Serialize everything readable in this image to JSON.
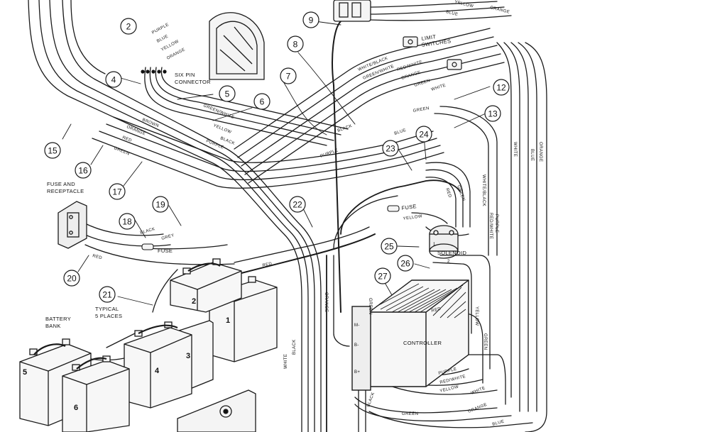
{
  "callouts": [
    "2",
    "4",
    "5",
    "6",
    "7",
    "8",
    "9",
    "12",
    "13",
    "15",
    "16",
    "17",
    "18",
    "19",
    "20",
    "21",
    "22",
    "23",
    "24",
    "25",
    "26",
    "27"
  ],
  "labels": {
    "six_pin_connector": [
      "SIX PIN",
      "CONNECTOR"
    ],
    "limit_switches": [
      "LIMIT",
      "SWITCHES"
    ],
    "fuse_and_receptacle": [
      "FUSE AND",
      "RECEPTACLE"
    ],
    "typical_5_places": [
      "TYPICAL",
      "5 PLACES"
    ],
    "battery_bank": [
      "BATTERY",
      "BANK"
    ],
    "fuse_upper": "FUSE",
    "fuse_lower": "FUSE",
    "solenoid": "SOLENOID",
    "controller": "CONTROLLER"
  },
  "battery_numbers": [
    "1",
    "2",
    "3",
    "4",
    "5",
    "6"
  ],
  "controller_terminals": [
    "M-",
    "B-",
    "B+"
  ],
  "solenoid_terminals": [
    "1",
    "2"
  ],
  "wire_labels": {
    "connector_fan": [
      "PURPLE",
      "BLUE",
      "YELLOW",
      "ORANGE"
    ],
    "brown": "BROWN",
    "orange_left": "ORANGE",
    "red_left": "RED",
    "green_left": "GREEN",
    "green_white": "GREEN/WHITE",
    "yellow": "YELLOW",
    "black_mid": "BLACK",
    "purple_mid": "PURPLE",
    "black_7": "BLACK",
    "purple_7": "PURPLE",
    "white_black": "WHITE/BLACK",
    "green_white_top": "GREEN/WHITE",
    "red_white": "RED/WHITE",
    "orange_top": "ORANGE",
    "green_top": "GREEN",
    "white_top": "WHITE",
    "green_13": "GREEN",
    "blue_13": "BLUE",
    "black_18": "BLACK",
    "grey_19": "GREY",
    "red_20": "RED",
    "red_bat": "RED",
    "blue_right": "BLUE",
    "white_right": "WHITE",
    "orange_right": "ORANGE",
    "white_black_24": "WHITE/BLACK",
    "red_24": "RED",
    "green_24": "GREEN",
    "red_white_24": "RED/WHITE",
    "purple_24": "PURPLE",
    "yellow_23": "YELLOW",
    "red_ctrl": "RED",
    "yellow_ctrl": "YELLOW",
    "green_ctrl": "GREEN",
    "white_ctrl": "WHITE",
    "purple_ctrl": "PURPLE",
    "red_white_ctrl": "RED/WHITE",
    "yellow_ctrl2": "YELLOW",
    "orange_bottom": "ORANGE",
    "green_bottom": "GREEN",
    "black_bottom": "BLACK",
    "blue_bottom": "BLUE",
    "white_left_v": "WHITE",
    "black_left_v": "BLACK",
    "green_v": "GREEN",
    "orange_v": "ORANGE",
    "yellow_top": "YELLOW",
    "blue_top": "BLUE",
    "orange_top2": "ORANGE"
  },
  "colors": {
    "ink": "#1a1a1a",
    "paper": "#ffffff"
  }
}
